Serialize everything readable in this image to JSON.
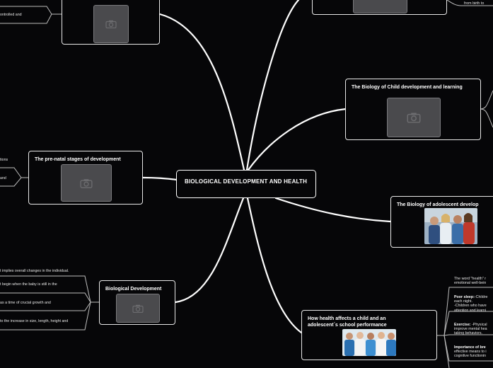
{
  "central": {
    "title": "BIOLOGICAL DEVELOPMENT AND HEALTH"
  },
  "nodes": {
    "top_left": {
      "title": ""
    },
    "top_right": {
      "title": ""
    },
    "child": {
      "title": "The Biology of Child development and learning"
    },
    "prenatal": {
      "title": "The pre-natal stages of development"
    },
    "adolescent": {
      "title": "The Biology of adolescent develop"
    },
    "biodev": {
      "title": "Biological Development"
    },
    "health": {
      "title": "How health affects a child and an adolescent´s school performance"
    }
  },
  "leaves": {
    "top_left": "ontrolled and",
    "top_right": "from birth to",
    "prenatal_1": "tions",
    "prenatal_2": "and",
    "bio_1": "t implies overall changes in the individual.",
    "bio_2": "t begin when the baby is still in the",
    "bio_3": "as a time of crucial growth and",
    "bio_4": "to the increase in size, length, height and",
    "health_1a": "The word \"health\" r",
    "health_1b": "emotional well-bein",
    "health_2_label": "Poor sleep:",
    "health_2a": "-Childre",
    "health_2b": "each night.",
    "health_2c": "-Children who have",
    "health_2d": "attention and learni",
    "health_3_label": "Exercise:",
    "health_3a": " -Physical",
    "health_3b": "improve mental hea",
    "health_3c": "taking behaviors.",
    "health_4_label": "Importance of bre",
    "health_4a": "effective means to i",
    "health_4b": "cognitive functionin"
  },
  "icons": {
    "placeholder": "camera-icon"
  },
  "colors": {
    "background": "#060608",
    "lines": "#ffffff",
    "placeholder": "#4a4a4d"
  }
}
